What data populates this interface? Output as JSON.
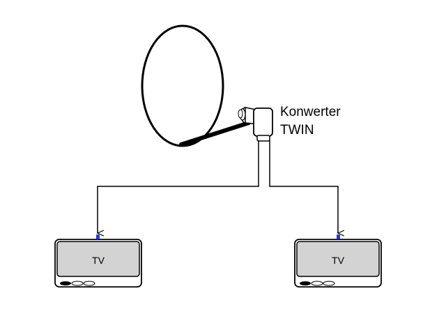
{
  "converter": {
    "line1": "Konwerter",
    "line2": "TWIN"
  },
  "receivers": [
    {
      "label": "TV"
    },
    {
      "label": "TV"
    }
  ],
  "colors": {
    "line": "#000000",
    "tv_screen": "#d3d3d3",
    "connector": "#1a3cff",
    "background": "#ffffff"
  },
  "icons": [
    "satellite-dish-icon",
    "lnb-converter-icon",
    "tv-icon"
  ]
}
